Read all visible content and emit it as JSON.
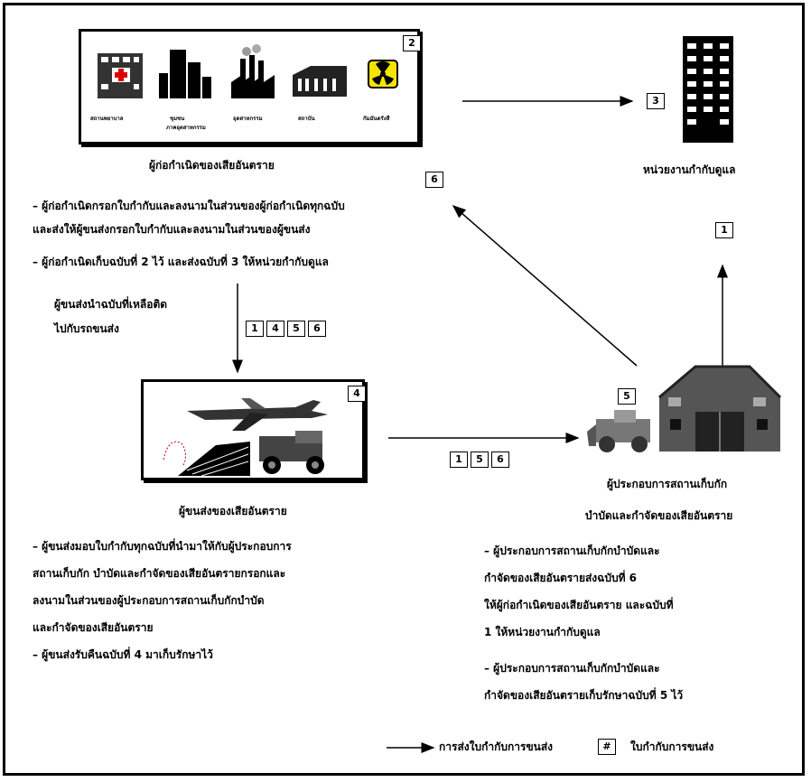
{
  "generator": {
    "box_number": "2",
    "icon_labels": [
      "สถานพยาบาล",
      "ชุมชน",
      "อุตสาหกรรม",
      "สถาบัน",
      "กัมมันตรังสี"
    ],
    "icon_sublabel": "ชุมชน",
    "icon_sublabel2": "ภาคอุตสาหกรรม",
    "title": "ผู้ก่อกำเนิดของเสียอันตราย"
  },
  "authority": {
    "box_number": "3",
    "title": "หน่วยงานกำกับดูแล"
  },
  "transporter": {
    "box_number": "4",
    "title": "ผู้ขนส่งของเสียอันตราย"
  },
  "facility": {
    "box_number": "5",
    "title_line1": "ผู้ประกอบการสถานเก็บกัก",
    "title_line2": "บำบัดและกำจัดของเสียอันตราย"
  },
  "badges": {
    "six": "6",
    "one": "1",
    "copies_to_transport": [
      "1",
      "4",
      "5",
      "6"
    ],
    "copies_to_facility": [
      "1",
      "5",
      "6"
    ]
  },
  "generator_notes": [
    "–  ผู้ก่อกำเนิดกรอกใบกำกับและลงนามในส่วนของผู้ก่อกำเนิดทุกฉบับ",
    "    และส่งให้ผู้ขนส่งกรอกใบกำกับและลงนามในส่วนของผู้ขนส่ง",
    "–  ผู้ก่อกำเนิดเก็บฉบับที่ 2 ไว้ และส่งฉบับที่ 3 ให้หน่วยกำกับดูแล"
  ],
  "transport_note": [
    "ผู้ขนส่งนำฉบับที่เหลือติด",
    "ไปกับรถขนส่ง"
  ],
  "transporter_notes": [
    "–  ผู้ขนส่งมอบใบกำกับทุกฉบับที่นำมาให้กับผู้ประกอบการ",
    "    สถานเก็บกัก บำบัดและกำจัดของเสียอันตรายกรอกและ",
    "    ลงนามในส่วนของผู้ประกอบการสถานเก็บกักบำบัด",
    "    และกำจัดของเสียอันตราย",
    "–  ผู้ขนส่งรับคืนฉบับที่ 4 มาเก็บรักษาไว้"
  ],
  "facility_notes": [
    "–  ผู้ประกอบการสถานเก็บกักบำบัดและ",
    "    กำจัดของเสียอันตรายส่งฉบับที่  6",
    "    ให้ผู้ก่อกำเนิดของเสียอันตราย   และฉบับที่",
    "    1 ให้หน่วยงานกำกับดูแล",
    "–  ผู้ประกอบการสถานเก็บกักบำบัดและ",
    "    กำจัดของเสียอันตรายเก็บรักษาฉบับที่ 5 ไว้"
  ],
  "legend": {
    "arrow_label": "การส่งใบกำกับการขนส่ง",
    "box_symbol": "#",
    "box_label": "ใบกำกับการขนส่ง"
  }
}
